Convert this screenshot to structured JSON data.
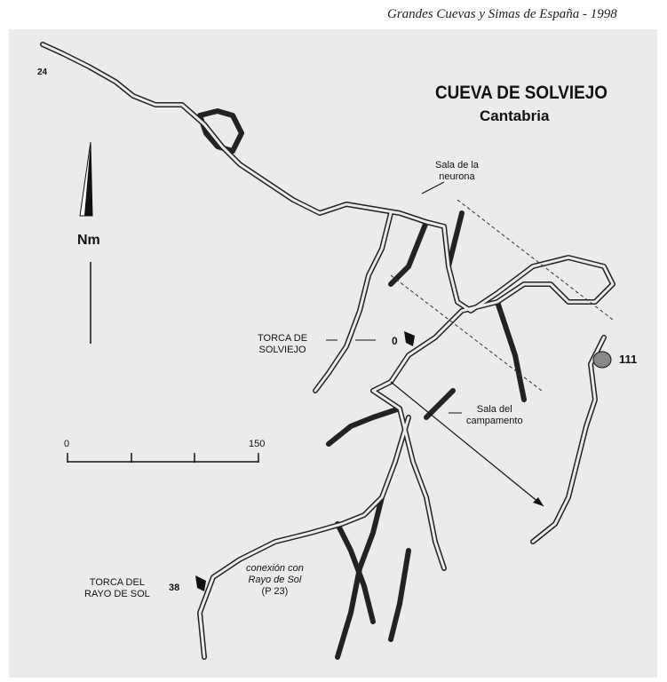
{
  "source": "Grandes Cuevas y Simas de España - 1998",
  "title": "CUEVA DE SOLVIEJO",
  "subtitle": "Cantabria",
  "north_label": "Nm",
  "scale": {
    "start": "0",
    "end": "150"
  },
  "labels": {
    "sala_neurona": [
      "Sala de la",
      "neurona"
    ],
    "torca_solviejo": [
      "TORCA DE",
      "SOLVIEJO"
    ],
    "sala_campamento": [
      "Sala del",
      "campamento"
    ],
    "torca_rayo": [
      "TORCA DEL",
      "RAYO DE SOL"
    ],
    "conexion": [
      "conexión con",
      "Rayo de Sol",
      "(P 23)"
    ]
  },
  "depths": {
    "d24": "24",
    "d0": "0",
    "d111": "111",
    "d38": "38"
  }
}
